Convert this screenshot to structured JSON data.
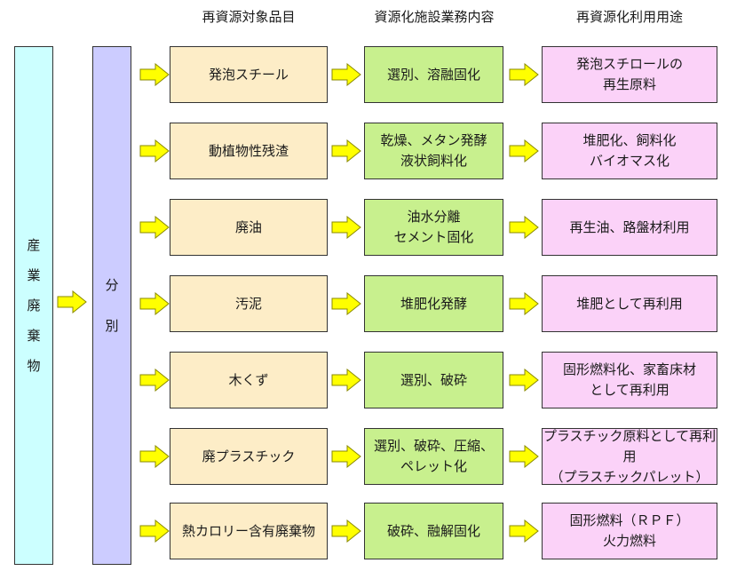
{
  "headers": {
    "col1": "再資源対象品目",
    "col2": "資源化施設業務内容",
    "col3": "再資源化利用用途"
  },
  "source": {
    "label": "産業廃棄物"
  },
  "sort": {
    "label": "分別"
  },
  "rows": [
    {
      "item": "発泡スチール",
      "process": "選別、溶融固化",
      "use": "発泡スチロールの\n再生原料"
    },
    {
      "item": "動植物性残渣",
      "process": "乾燥、メタン発酵\n液状飼料化",
      "use": "堆肥化、飼料化\nバイオマス化"
    },
    {
      "item": "廃油",
      "process": "油水分離\nセメント固化",
      "use": "再生油、路盤材利用"
    },
    {
      "item": "汚泥",
      "process": "堆肥化発酵",
      "use": "堆肥として再利用"
    },
    {
      "item": "木くず",
      "process": "選別、破砕",
      "use": "固形燃料化、家畜床材\nとして再利用"
    },
    {
      "item": "廃プラスチック",
      "process": "選別、破砕、圧縮、\nペレット化",
      "use": "プラスチック原料として再利用\n（プラスチックパレット）"
    },
    {
      "item": "熱カロリー含有廃棄物",
      "process": "破砕、融解固化",
      "use": "固形燃料（ＲＰＦ）\n火力燃料"
    }
  ],
  "colors": {
    "source": "#ccffff",
    "sort": "#ccccff",
    "item": "#fdedc7",
    "process": "#c8f08e",
    "use": "#fbd2f8",
    "arrow_fill": "#ffff00",
    "arrow_stroke": "#8a8a00"
  },
  "icons": {
    "arrow": "right-arrow-icon"
  }
}
